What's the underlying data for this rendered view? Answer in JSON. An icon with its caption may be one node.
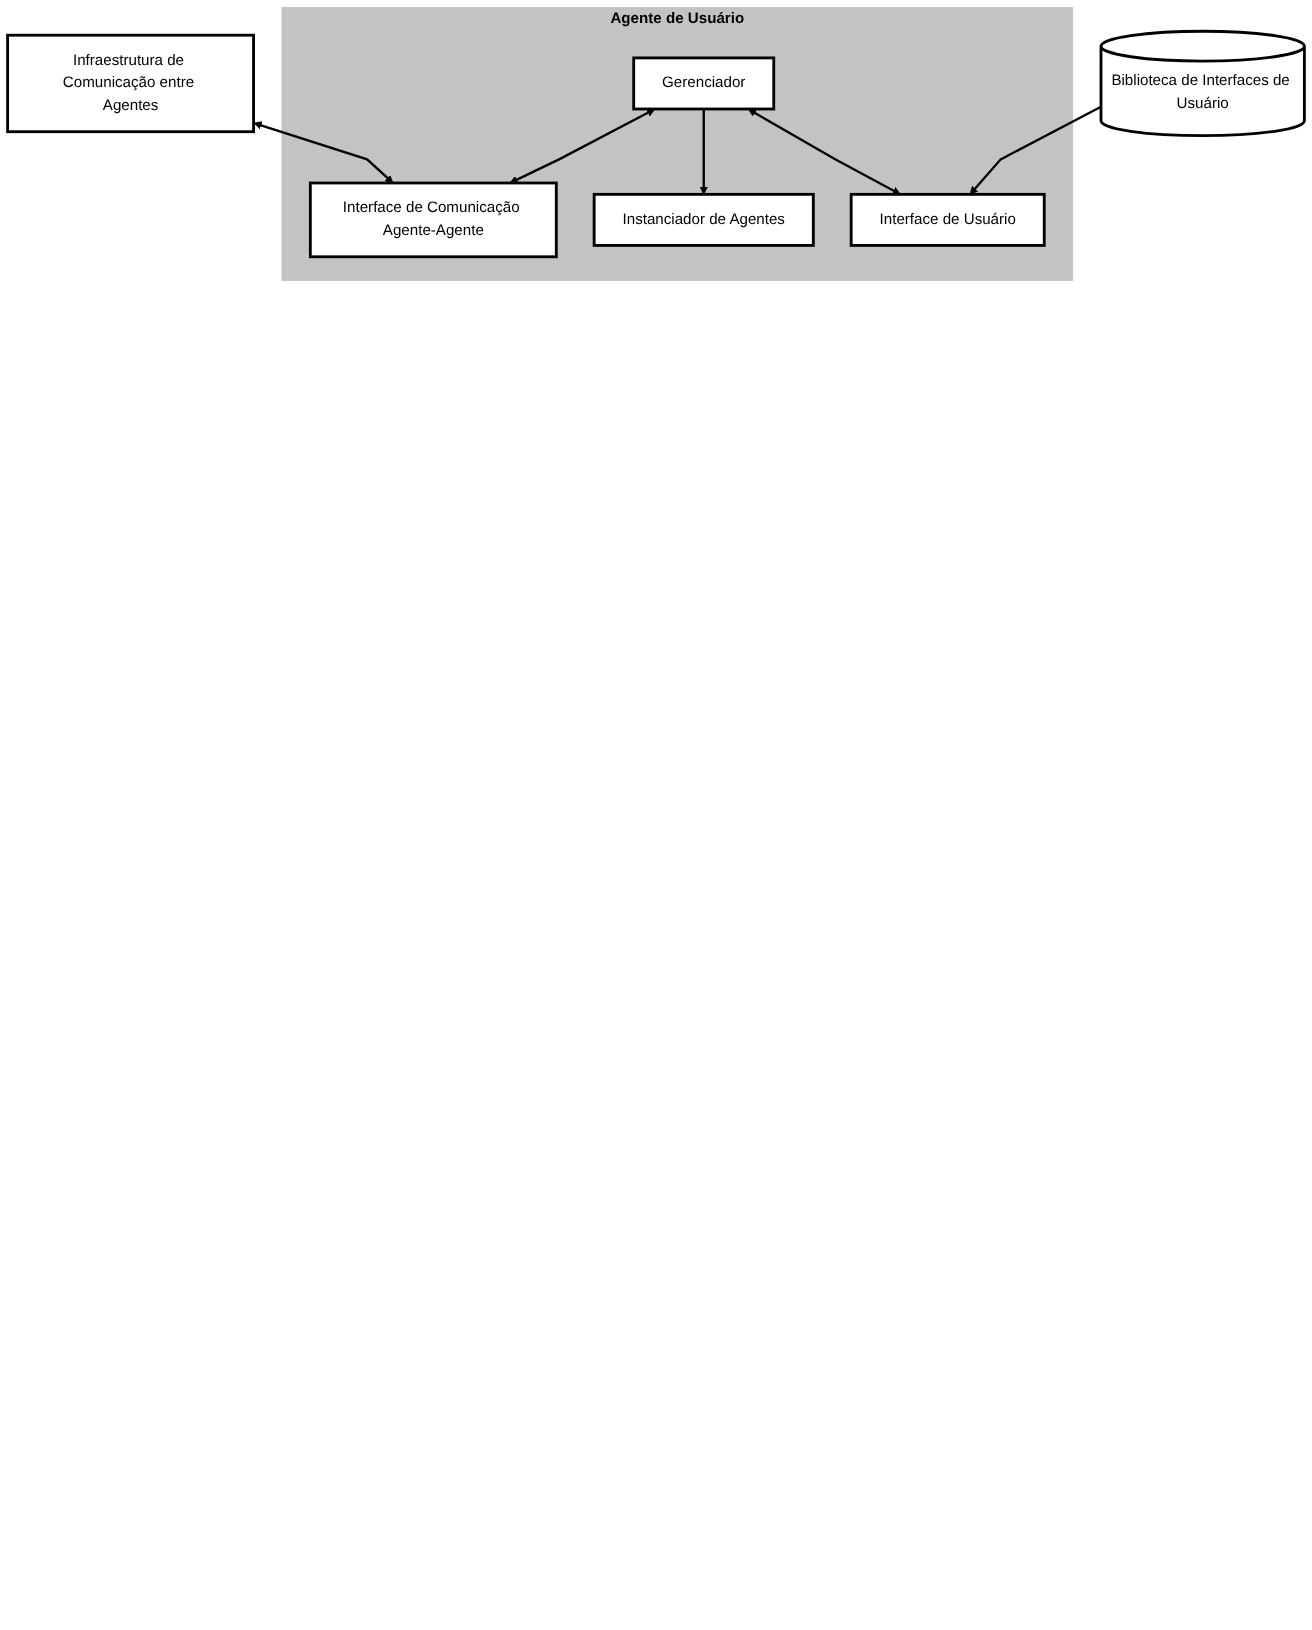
{
  "diagram": {
    "nodes": [
      {
        "text": [
          "Infraestrutura de Comunicação entre Agentes"
        ]
      },
      {
        "text": [
          "Agente de Usuário"
        ]
      },
      {
        "text": [
          "Interface de Comunicação Agente-Agente"
        ],
        "in": 1
      },
      {
        "text": [
          "Gerenciador"
        ],
        "in": 1
      },
      {
        "text": [
          "Instanciador de Agentes"
        ],
        "in": 1
      },
      {
        "text": [
          "Interface de Usuário"
        ],
        "in": 1
      },
      {
        "text": [
          "Biblioteca de Interfaces de Usuário"
        ]
      }
    ],
    "edges": [
      {
        "from": 0,
        "to": 2,
        "arrow": "both"
      },
      {
        "from": 3,
        "to": 2,
        "arrow": "both"
      },
      {
        "from": 3,
        "to": 4,
        "arrow": "to"
      },
      {
        "from": 3,
        "to": 5,
        "arrow": "both"
      },
      {
        "from": 6,
        "to": 5,
        "arrow": "to"
      }
    ]
  }
}
